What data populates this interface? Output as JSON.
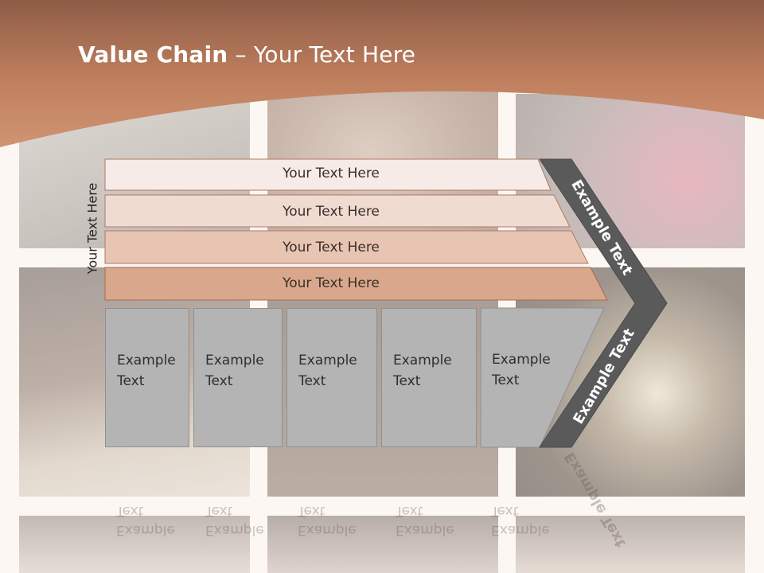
{
  "title": {
    "bold": "Value Chain",
    "rest": " – Your Text Here"
  },
  "side_label": "Your Text Here",
  "bands": [
    {
      "label": "Your Text Here",
      "color": "#f6ebe7"
    },
    {
      "label": "Your Text Here",
      "color": "#f0dbd1"
    },
    {
      "label": "Your Text Here",
      "color": "#e8c4b2"
    },
    {
      "label": "Your Text Here",
      "color": "#d9a78c"
    }
  ],
  "boxes": [
    {
      "line1": "Example",
      "line2": "Text"
    },
    {
      "line1": "Example",
      "line2": "Text"
    },
    {
      "line1": "Example",
      "line2": "Text"
    },
    {
      "line1": "Example",
      "line2": "Text"
    },
    {
      "line1": "Example",
      "line2": "Text"
    }
  ],
  "arrow": {
    "top_label": "Example Text",
    "bottom_label": "Example Text",
    "color": "#5a5a5a"
  },
  "colors": {
    "header": "#b9775a",
    "box": "#b4b4b4"
  }
}
